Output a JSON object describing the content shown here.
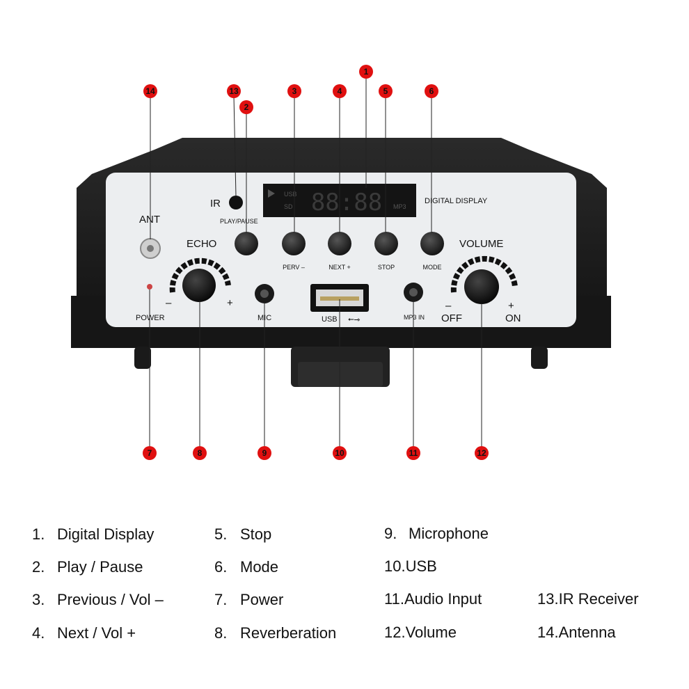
{
  "callouts": [
    {
      "n": "1"
    },
    {
      "n": "2"
    },
    {
      "n": "3"
    },
    {
      "n": "4"
    },
    {
      "n": "5"
    },
    {
      "n": "6"
    },
    {
      "n": "7"
    },
    {
      "n": "8"
    },
    {
      "n": "9"
    },
    {
      "n": "10"
    },
    {
      "n": "11"
    },
    {
      "n": "12"
    },
    {
      "n": "13"
    },
    {
      "n": "14"
    }
  ],
  "panel": {
    "ir": "IR",
    "play_pause": "PLAY/PAUSE",
    "digital_display": "DIGITAL DISPLAY",
    "display_digits": "88:88",
    "display_usb": "USB",
    "display_sd": "SD",
    "display_mp3": "MP3",
    "ant": "ANT",
    "echo": "ECHO",
    "volume": "VOLUME",
    "prev": "PERV –",
    "next": "NEXT +",
    "stop": "STOP",
    "mode": "MODE",
    "minus": "–",
    "plus": "+",
    "power": "POWER",
    "mic": "MIC",
    "usb": "USB",
    "mp3in": "MP3 IN",
    "off": "OFF",
    "on": "ON"
  },
  "colors": {
    "callout": "#e01010",
    "body": "#1c1c1c",
    "faceplate": "#eceef0"
  },
  "legend": [
    {
      "num": "1.",
      "label": "Digital Display"
    },
    {
      "num": "2.",
      "label": "Play / Pause"
    },
    {
      "num": "3.",
      "label": "Previous / Vol –"
    },
    {
      "num": "4.",
      "label": "Next / Vol +"
    },
    {
      "num": "5.",
      "label": "Stop"
    },
    {
      "num": "6.",
      "label": "Mode"
    },
    {
      "num": "7.",
      "label": "Power"
    },
    {
      "num": "8.",
      "label": "Reverberation"
    },
    {
      "num": "9.",
      "label": "Microphone"
    },
    {
      "num": "10.",
      "label": "USB"
    },
    {
      "num": "11.",
      "label": "Audio Input"
    },
    {
      "num": "12.",
      "label": "Volume"
    },
    {
      "num": "13.",
      "label": "IR Receiver"
    },
    {
      "num": "14.",
      "label": "Antenna"
    }
  ]
}
